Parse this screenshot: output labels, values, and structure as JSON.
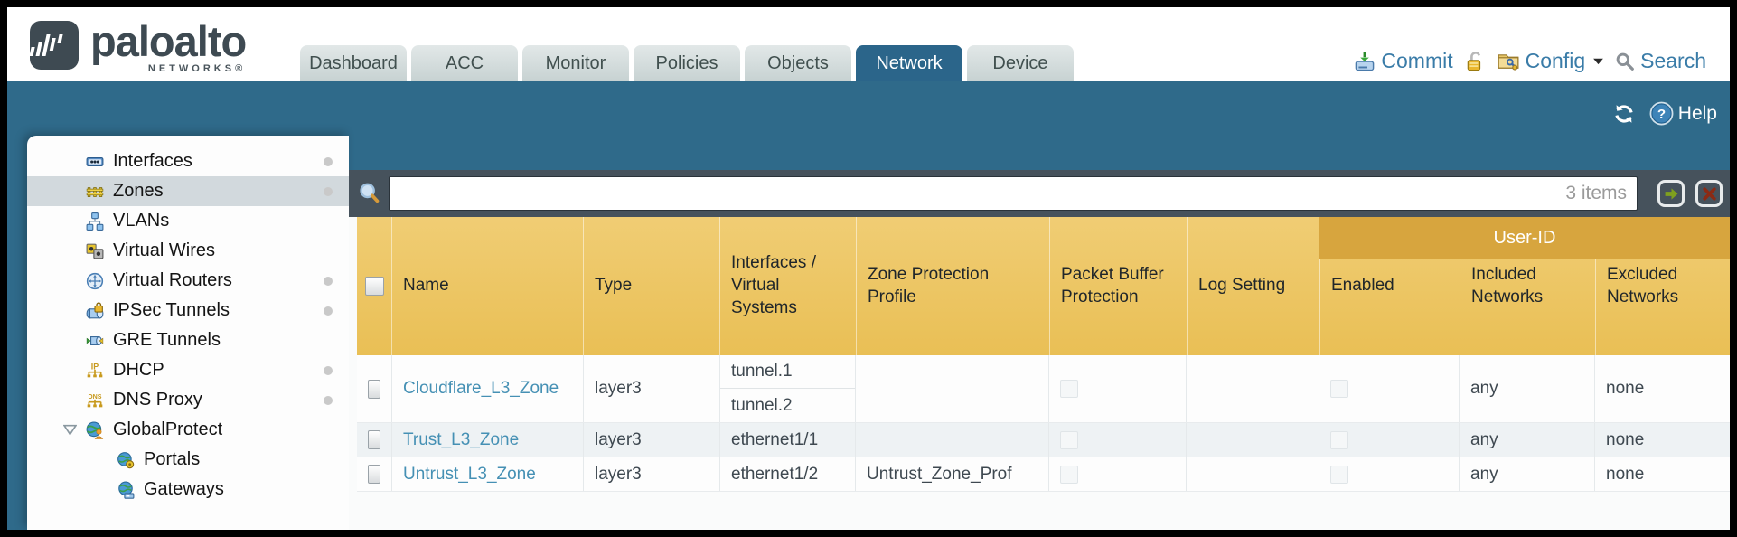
{
  "brand": {
    "name": "paloalto",
    "sub": "NETWORKS®"
  },
  "tabs": [
    {
      "label": "Dashboard",
      "active": false
    },
    {
      "label": "ACC",
      "active": false
    },
    {
      "label": "Monitor",
      "active": false
    },
    {
      "label": "Policies",
      "active": false
    },
    {
      "label": "Objects",
      "active": false
    },
    {
      "label": "Network",
      "active": true
    },
    {
      "label": "Device",
      "active": false
    }
  ],
  "topbar_actions": {
    "commit": "Commit",
    "config": "Config",
    "search": "Search"
  },
  "band_tools": {
    "help": "Help"
  },
  "search": {
    "value": "",
    "items_count": "3 items"
  },
  "sidebar": {
    "items": [
      {
        "label": "Interfaces",
        "icon": "interfaces",
        "dot": true,
        "selected": false,
        "child": false,
        "expander": false
      },
      {
        "label": "Zones",
        "icon": "zones",
        "dot": true,
        "selected": true,
        "child": false,
        "expander": false
      },
      {
        "label": "VLANs",
        "icon": "vlans",
        "dot": false,
        "selected": false,
        "child": false,
        "expander": false
      },
      {
        "label": "Virtual Wires",
        "icon": "virtual-wires",
        "dot": false,
        "selected": false,
        "child": false,
        "expander": false
      },
      {
        "label": "Virtual Routers",
        "icon": "virtual-routers",
        "dot": true,
        "selected": false,
        "child": false,
        "expander": false
      },
      {
        "label": "IPSec Tunnels",
        "icon": "ipsec-tunnels",
        "dot": true,
        "selected": false,
        "child": false,
        "expander": false
      },
      {
        "label": "GRE Tunnels",
        "icon": "gre-tunnels",
        "dot": false,
        "selected": false,
        "child": false,
        "expander": false
      },
      {
        "label": "DHCP",
        "icon": "dhcp",
        "dot": true,
        "selected": false,
        "child": false,
        "expander": false
      },
      {
        "label": "DNS Proxy",
        "icon": "dns-proxy",
        "dot": true,
        "selected": false,
        "child": false,
        "expander": false
      },
      {
        "label": "GlobalProtect",
        "icon": "globalprotect",
        "dot": false,
        "selected": false,
        "child": false,
        "expander": true
      },
      {
        "label": "Portals",
        "icon": "portals",
        "dot": false,
        "selected": false,
        "child": true,
        "expander": false
      },
      {
        "label": "Gateways",
        "icon": "gateways",
        "dot": false,
        "selected": false,
        "child": true,
        "expander": false
      }
    ]
  },
  "table": {
    "group_header": "User-ID",
    "columns": {
      "name": "Name",
      "type": "Type",
      "interfaces": "Interfaces / Virtual Systems",
      "zone_protection_profile": "Zone Protection Profile",
      "packet_buffer_protection": "Packet Buffer Protection",
      "log_setting": "Log Setting",
      "enabled": "Enabled",
      "included_networks": "Included Networks",
      "excluded_networks": "Excluded Networks"
    },
    "rows": [
      {
        "name": "Cloudflare_L3_Zone",
        "type": "layer3",
        "interfaces": [
          "tunnel.1",
          "tunnel.2"
        ],
        "zone_protection_profile": "",
        "packet_buffer_protection": false,
        "log_setting": "",
        "enabled": false,
        "included_networks": "any",
        "excluded_networks": "none",
        "alt": false
      },
      {
        "name": "Trust_L3_Zone",
        "type": "layer3",
        "interfaces": [
          "ethernet1/1"
        ],
        "zone_protection_profile": "",
        "packet_buffer_protection": false,
        "log_setting": "",
        "enabled": false,
        "included_networks": "any",
        "excluded_networks": "none",
        "alt": true
      },
      {
        "name": "Untrust_L3_Zone",
        "type": "layer3",
        "interfaces": [
          "ethernet1/2"
        ],
        "zone_protection_profile": "Untrust_Zone_Prof",
        "packet_buffer_protection": false,
        "log_setting": "",
        "enabled": false,
        "included_networks": "any",
        "excluded_networks": "none",
        "alt": false
      }
    ]
  },
  "colors": {
    "teal_band": "#2f6a8a",
    "active_tab": "#2b658a",
    "header_yellow": "#ecc45f",
    "userid_band": "#d7a53e",
    "toolbar_slate": "#46525c",
    "link_blue": "#4590b4",
    "topbar_link_blue": "#3a7ca8"
  }
}
